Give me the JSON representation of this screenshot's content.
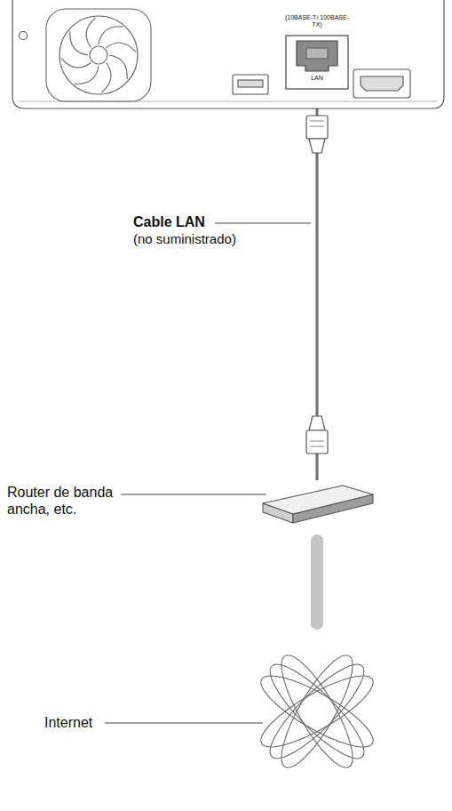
{
  "diagram": {
    "nodes": [
      {
        "text": [
          "(10BASE-T/ 100BASE-TX)",
          "LAN"
        ]
      },
      {
        "text": [
          "Router de banda ancha, etc."
        ]
      },
      {
        "text": [
          "Internet"
        ]
      }
    ],
    "edges": [
      {
        "from": 0,
        "to": 1,
        "arrow": "none"
      },
      {
        "from": 1,
        "to": 2,
        "arrow": "none"
      }
    ],
    "labels": [
      "Cable LAN",
      "(no suministrado)"
    ]
  }
}
